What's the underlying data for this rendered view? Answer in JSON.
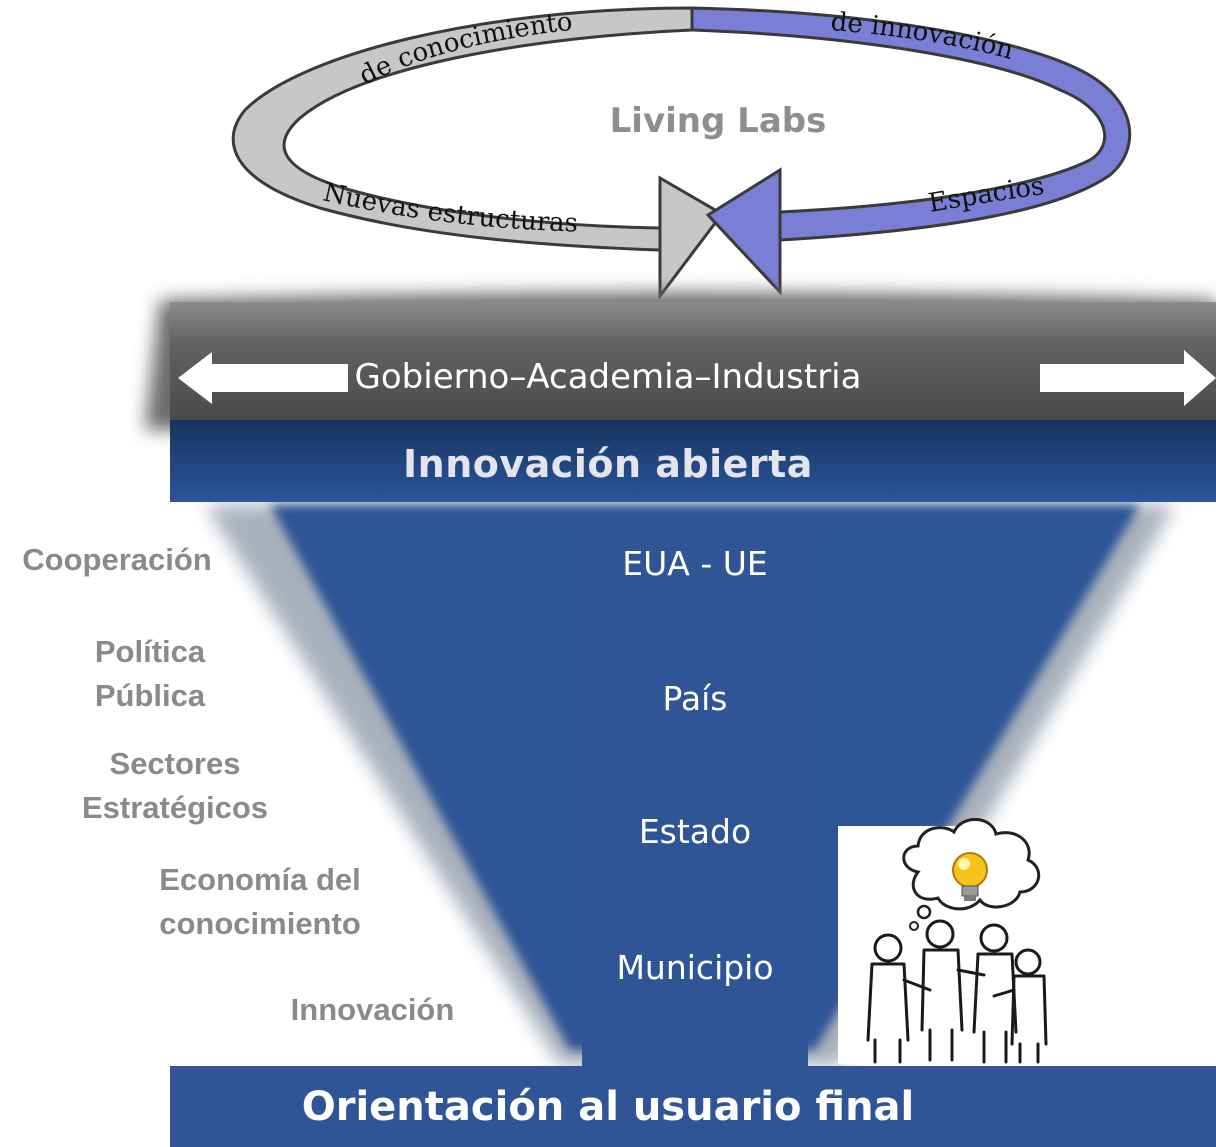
{
  "cycle": {
    "title": "Living Labs",
    "arc_top_left": "de conocimiento",
    "arc_top_right": "de innovación",
    "arc_bottom_left": "Nuevas estructuras",
    "arc_bottom_right": "Espacios"
  },
  "band": {
    "actors": "Gobierno–Academia–Industria",
    "open_innovation": "Innovación abierta"
  },
  "funnel": {
    "levels": [
      "EUA - UE",
      "País",
      "Estado",
      "Municipio"
    ],
    "side_labels": [
      {
        "line1": "Cooperación",
        "line2": ""
      },
      {
        "line1": "Política",
        "line2": "Pública"
      },
      {
        "line1": "Sectores",
        "line2": "Estratégicos"
      },
      {
        "line1": "Economía del",
        "line2": "conocimiento"
      },
      {
        "line1": "Innovación",
        "line2": ""
      }
    ]
  },
  "footer": {
    "label": "Orientación al usuario final"
  },
  "icons": {
    "idea_group": "people-with-lightbulb-icon",
    "left_arrow": "arrow-left-icon",
    "right_arrow": "arrow-right-icon"
  },
  "colors": {
    "grey_band": "#5f5f5f",
    "dark_blue_band": "#1f4582",
    "funnel_blue": "#2f5596",
    "cycle_grey": "#c4c4c4",
    "cycle_purple": "#7a7fd6",
    "side_text": "#8a8a8a"
  }
}
